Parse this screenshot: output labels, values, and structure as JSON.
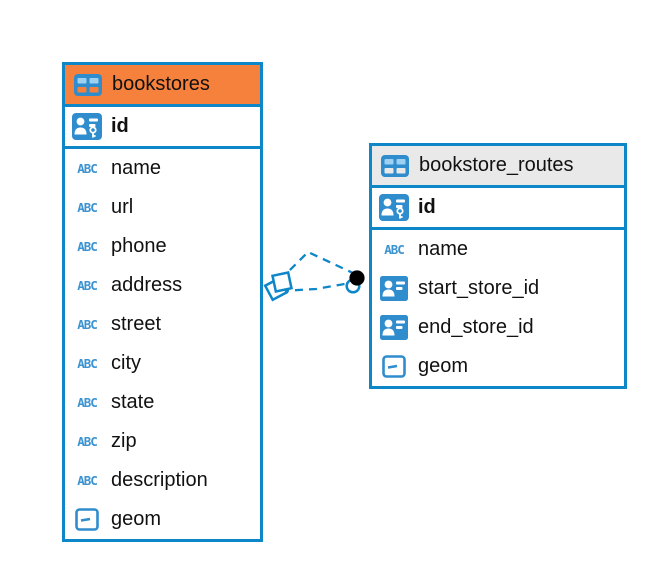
{
  "canvas": {
    "background": "#ffffff"
  },
  "colors": {
    "accent_blue": "#0e87c8",
    "icon_blue": "#2f8ccd",
    "abc_blue": "#3b93d1",
    "header_orange": "#f5813c",
    "header_gray": "#e9e9e9",
    "text_black": "#111111",
    "relationship_dot": "#000000"
  },
  "tables": [
    {
      "name": "bookstores",
      "header_style": "orange",
      "primary_key": {
        "label": "id",
        "type": "primary-key"
      },
      "columns": [
        {
          "label": "name",
          "type": "text"
        },
        {
          "label": "url",
          "type": "text"
        },
        {
          "label": "phone",
          "type": "text"
        },
        {
          "label": "address",
          "type": "text"
        },
        {
          "label": "street",
          "type": "text"
        },
        {
          "label": "city",
          "type": "text"
        },
        {
          "label": "state",
          "type": "text"
        },
        {
          "label": "zip",
          "type": "text"
        },
        {
          "label": "description",
          "type": "text"
        },
        {
          "label": "geom",
          "type": "geometry"
        }
      ]
    },
    {
      "name": "bookstore_routes",
      "header_style": "gray",
      "primary_key": {
        "label": "id",
        "type": "primary-key"
      },
      "columns": [
        {
          "label": "name",
          "type": "text"
        },
        {
          "label": "start_store_id",
          "type": "foreign-key"
        },
        {
          "label": "end_store_id",
          "type": "foreign-key"
        },
        {
          "label": "geom",
          "type": "geometry"
        }
      ]
    }
  ],
  "relationship": {
    "from_table": "bookstores",
    "to_table": "bookstore_routes",
    "line_style": "dashed",
    "link_count": 2,
    "color": "#0e87c8"
  }
}
